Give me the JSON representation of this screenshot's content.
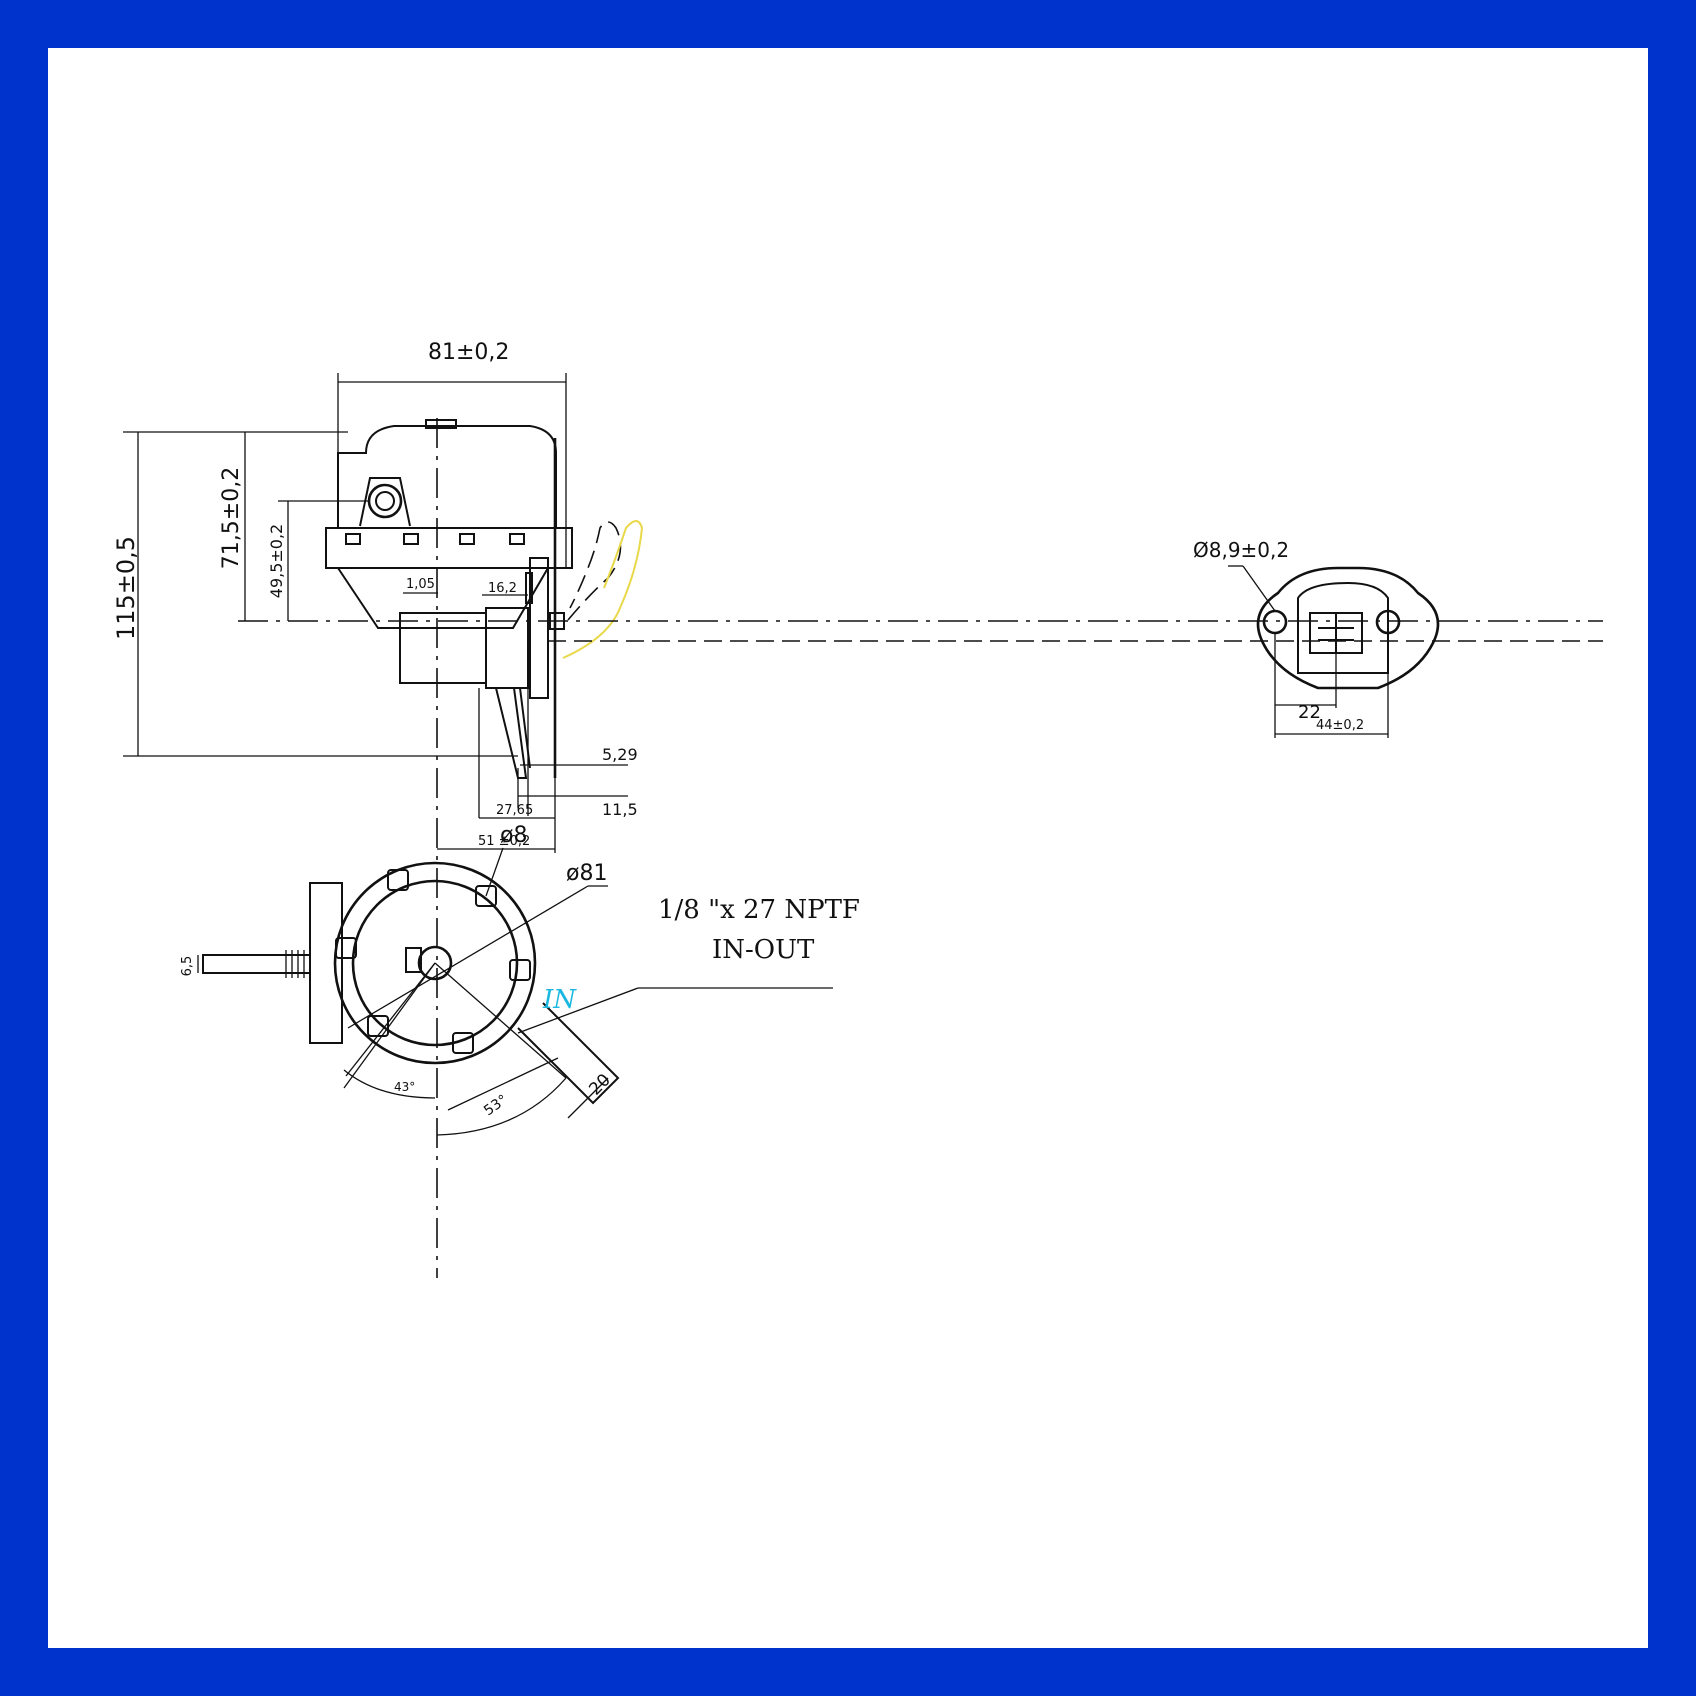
{
  "colors": {
    "frame": "#0033cc",
    "sheet": "#ffffff",
    "ink": "#111111",
    "inlet_label": "#19b8e0",
    "highlight_lever": "#e8d84a"
  },
  "side_view": {
    "width_dim": "81±0,2",
    "height_total": "115±0,5",
    "height_upper": "71,5±0,2",
    "height_port": "49,5±0,2",
    "dim_1_05": "1,05",
    "dim_16_2": "16,2",
    "dim_5_29": "5,29",
    "dim_11_5": "11,5",
    "dim_27_65": "27,65",
    "dim_51": "51 ±0,2"
  },
  "flange_view": {
    "hole_dia": "Ø8,9±0,2",
    "inner_width": "22",
    "outer_width": "44±0,2"
  },
  "top_view": {
    "bolt_dia": "ø8",
    "body_dia": "ø81",
    "thread_line1": "1/8 \"x 27 NPTF",
    "thread_line2": "IN-OUT",
    "inlet_label": "IN",
    "angle_1": "43°",
    "angle_2": "53°",
    "port_len": "20",
    "lever_dim": "6,5"
  }
}
